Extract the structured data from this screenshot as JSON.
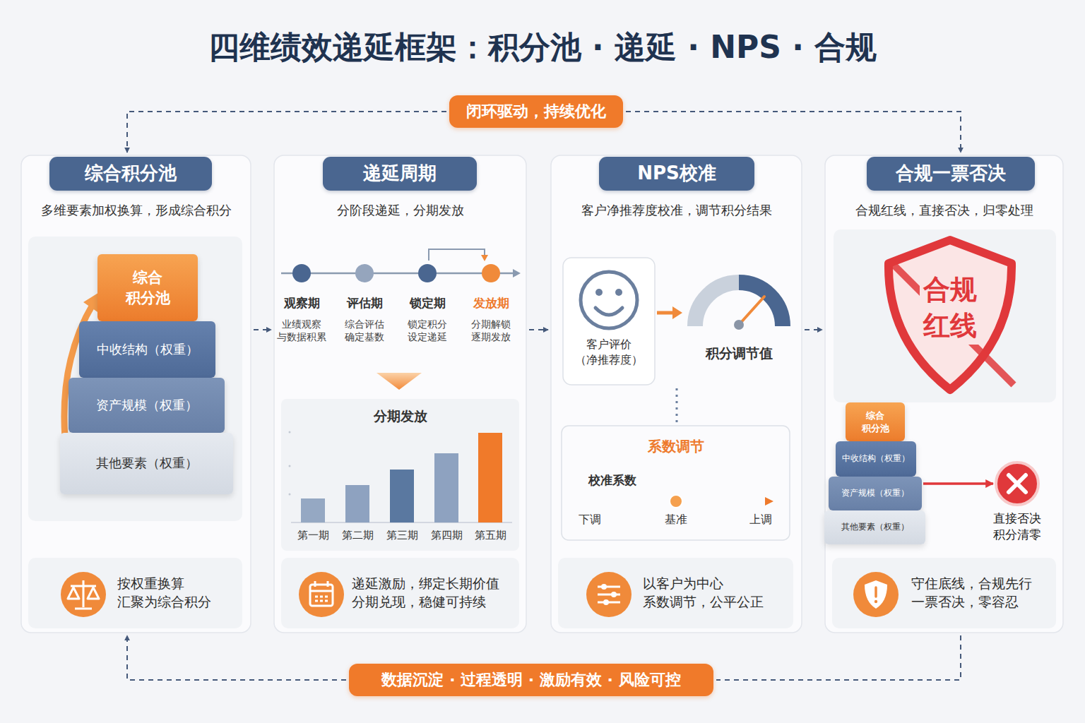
{
  "diagram": {
    "title": "四维绩效递延框架：积分池 · 递延 · NPS · 合规",
    "nodes": [
      {
        "text": [
          "闭环驱动，持续优化"
        ]
      },
      {
        "text": [
          "多维要素加权换算，形成综合积分"
        ]
      },
      {
        "text": [
          "综合积分池"
        ],
        "in": 1
      },
      {
        "text": [
          "综合 积分池"
        ],
        "in": 1
      },
      {
        "text": [
          "中收结构（权重）"
        ],
        "in": 1
      },
      {
        "text": [
          "资产规模（权重）"
        ],
        "in": 1
      },
      {
        "text": [
          "其他要素（权重）"
        ],
        "in": 1
      },
      {
        "text": [
          "按权重换算 汇聚为综合积分"
        ],
        "in": 1
      },
      {
        "text": [
          "分阶段递延，分期发放"
        ]
      },
      {
        "text": [
          "递延周期"
        ],
        "in": 8
      },
      {
        "text": [
          "分期发放",
          "第一期",
          "第二期",
          "第三期",
          "第四期",
          "第五期"
        ],
        "in": 8
      },
      {
        "text": [
          "递延激励，绑定长期价值 分期兑现，稳健可持续"
        ],
        "in": 8
      },
      {
        "text": [
          "客户净推荐度校准，调节积分结果"
        ]
      },
      {
        "text": [
          "NPS校准"
        ],
        "in": 12
      },
      {
        "text": [
          "客户评价 （净推荐度）"
        ],
        "in": 12
      },
      {
        "text": [
          "系数调节",
          "校准系数",
          "下调",
          "基准",
          "上调"
        ],
        "in": 12
      },
      {
        "text": [
          "以客户为中心 系数调节，公平公正"
        ],
        "in": 12
      },
      {
        "text": [
          "合规红线，直接否决，归零处理"
        ]
      },
      {
        "text": [
          "合规一票否决"
        ],
        "in": 17
      },
      {
        "text": [
          "合规 红线"
        ],
        "in": 17
      },
      {
        "text": [
          "综合 积分池"
        ],
        "in": 17
      },
      {
        "text": [
          "中收结构（权重）"
        ],
        "in": 17
      },
      {
        "text": [
          "资产规模（权重）"
        ],
        "in": 17
      },
      {
        "text": [
          "其他要素（权重）"
        ],
        "in": 17
      },
      {
        "text": [
          "直接否决 积分清零"
        ],
        "in": 17
      },
      {
        "text": [
          "守住底线，合规先行 一票否决，零容忍"
        ],
        "in": 17
      },
      {
        "text": [
          "数据沉淀 · 过程透明 · 激励有效 · 风险可控"
        ]
      }
    ],
    "edges": [
      {
        "from": 1,
        "to": 8,
        "arrow": "to"
      },
      {
        "from": 8,
        "to": 12,
        "arrow": "to"
      },
      {
        "from": 12,
        "to": 17,
        "arrow": "to"
      },
      {
        "from": 0,
        "to": 1,
        "arrow": "to"
      },
      {
        "from": 0,
        "to": 17,
        "arrow": "to"
      },
      {
        "from": 17,
        "to": 26,
        "arrow": "none"
      },
      {
        "from": 26,
        "to": 1,
        "arrow": "to"
      },
      {
        "from": 22,
        "to": 24,
        "arrow": "to"
      }
    ],
    "labels": [
      "观察期",
      "业绩观察 与数据积累",
      "评估期",
      "综合评估 确定基数",
      "锁定期",
      "锁定积分 设定递延",
      "发放期",
      "分期解锁 逐期发放",
      "积分调节值"
    ]
  }
}
